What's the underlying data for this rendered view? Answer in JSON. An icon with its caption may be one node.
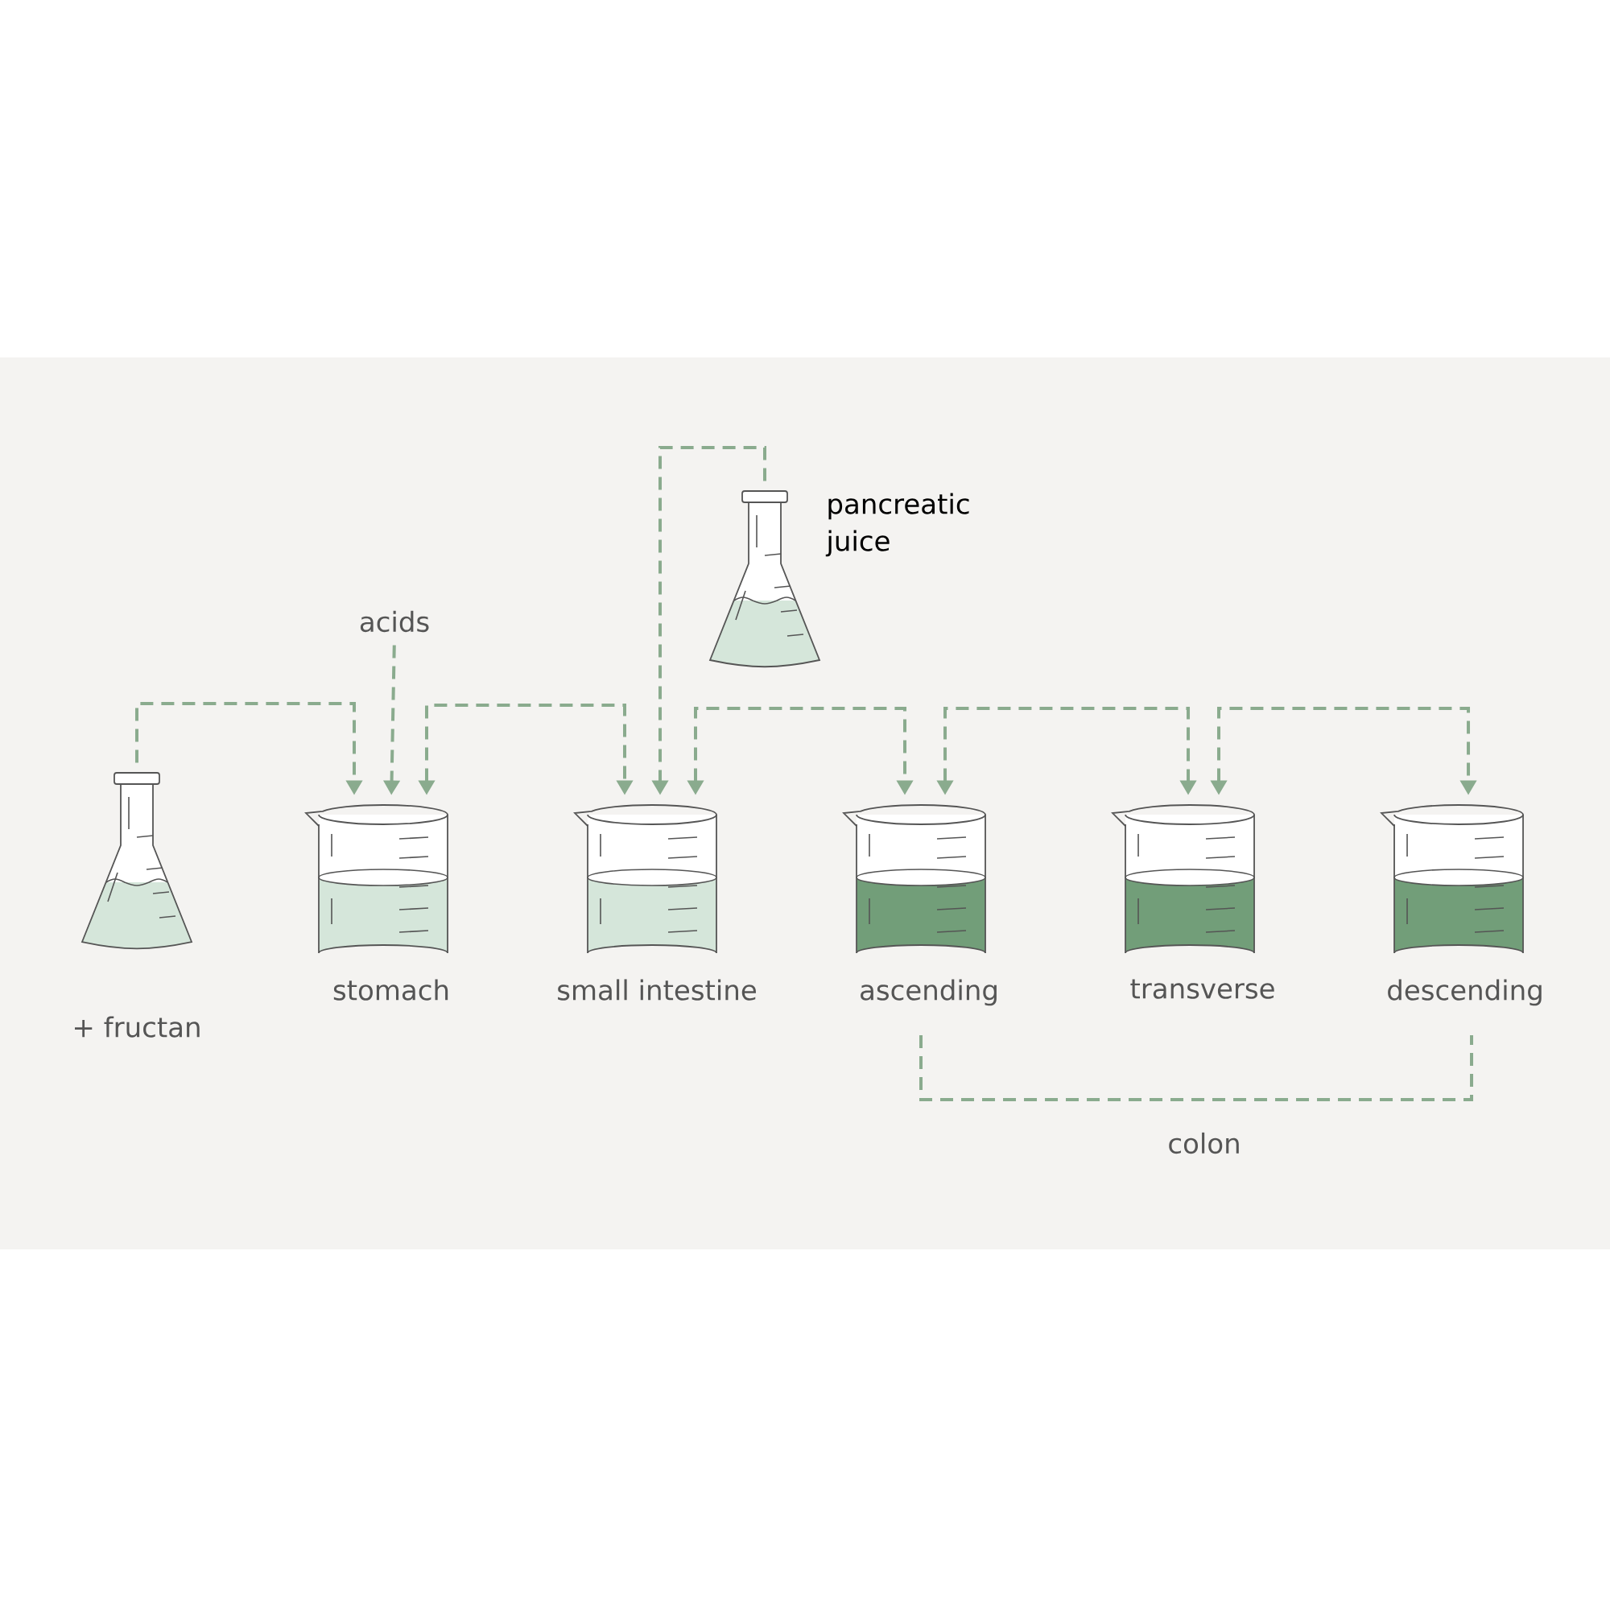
{
  "diagram": {
    "nodes": [
      {
        "text": [
          "+ fructan"
        ]
      },
      {
        "text": [
          "acids"
        ]
      },
      {
        "text": [
          "stomach"
        ]
      },
      {
        "text": [
          "pancreatic juice"
        ]
      },
      {
        "text": [
          "small intestine"
        ]
      },
      {
        "text": [
          "ascending"
        ]
      },
      {
        "text": [
          "transverse"
        ]
      },
      {
        "text": [
          "descending"
        ]
      }
    ],
    "edges": [
      {
        "from": 0,
        "to": 2,
        "arrow": "to"
      },
      {
        "from": 1,
        "to": 2,
        "arrow": "to"
      },
      {
        "from": 2,
        "to": 4,
        "arrow": "both"
      },
      {
        "from": 3,
        "to": 4,
        "arrow": "to"
      },
      {
        "from": 4,
        "to": 5,
        "arrow": "both"
      },
      {
        "from": 5,
        "to": 6,
        "arrow": "both"
      },
      {
        "from": 6,
        "to": 7,
        "arrow": "both"
      }
    ],
    "labels": [
      "colon"
    ]
  }
}
